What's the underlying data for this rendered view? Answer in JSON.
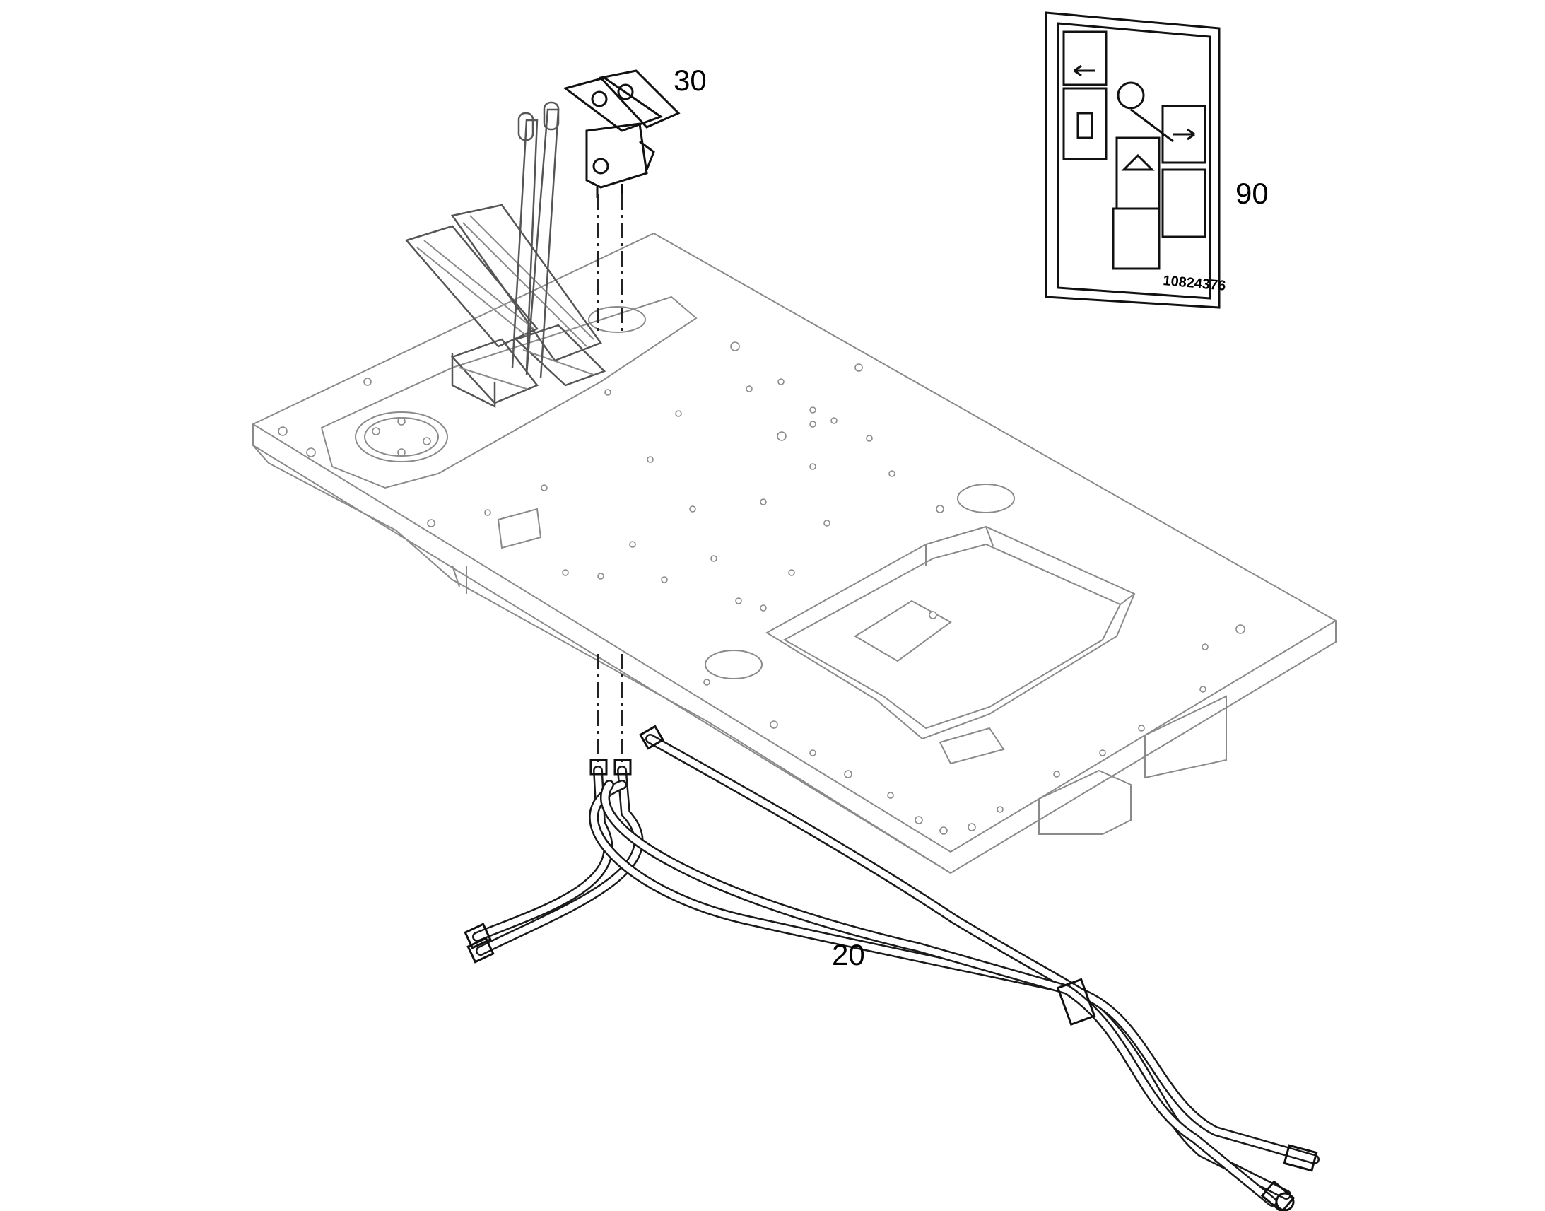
{
  "callouts": {
    "hoses": "20",
    "pedal_valve": "30",
    "decal": "90"
  },
  "decal": {
    "part_number": "10824376"
  },
  "colors": {
    "line": "#111111",
    "light_line": "#8a8a8a",
    "background": "#ffffff"
  }
}
